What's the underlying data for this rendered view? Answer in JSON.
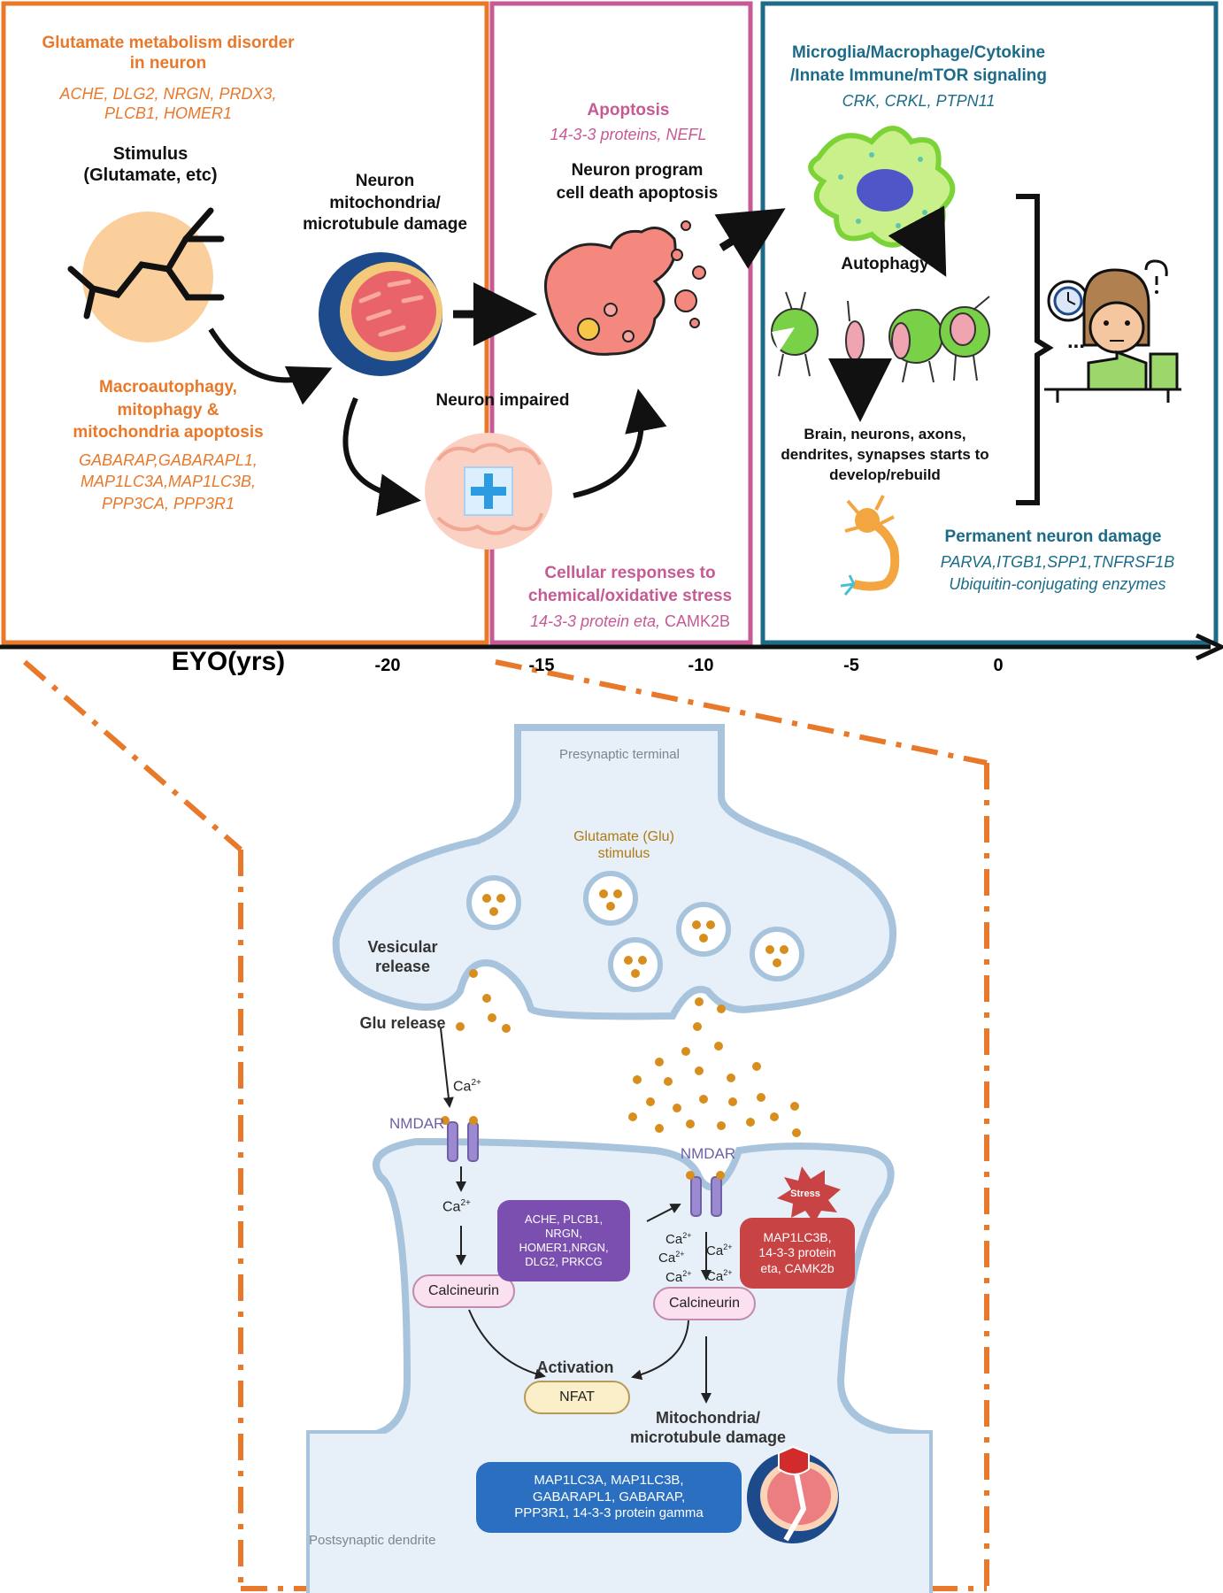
{
  "top": {
    "panel1": {
      "title": "Glutamate metabolism disorder\nin neuron",
      "genes": "ACHE, DLG2, NRGN, PRDX3,\nPLCB1, HOMER1",
      "stimulus": "Stimulus\n(Glutamate, etc)",
      "macro_title": "Macroautophagy,\nmitophagy &\nmitochondria apoptosis",
      "macro_genes": "GABARAP,GABARAPL1,\nMAP1LC3A,MAP1LC3B,\nPPP3CA, PPP3R1"
    },
    "mito_label": "Neuron\nmitochondria/\nmicrotubule damage",
    "neuron_impaired": "Neuron impaired",
    "panel2": {
      "title": "Apoptosis",
      "genes": "14-3-3 proteins, NEFL",
      "subtitle": "Neuron program\ncell death apoptosis",
      "stress_title": "Cellular responses to\nchemical/oxidative stress",
      "stress_genes": "14-3-3 protein eta, CAMK2B"
    },
    "panel3": {
      "title": "Microglia/Macrophage/Cytokine\n/Innate Immune/mTOR signaling",
      "genes": "CRK, CRKL, PTPN11",
      "autophagy": "Autophagy",
      "rebuild": "Brain, neurons, axons,\ndendrites, synapses starts to\ndevelop/rebuild",
      "perm_title": "Permanent neuron damage",
      "perm_genes": "PARVA,ITGB1,SPP1,TNFRSF1B\nUbiquitin-conjugating enzymes"
    },
    "ellipsis": "...",
    "axis": {
      "label": "EYO(yrs)",
      "ticks": [
        "-20",
        "-15",
        "-10",
        "-5",
        "0"
      ]
    }
  },
  "bottom": {
    "presynaptic": "Presynaptic terminal",
    "glu_stimulus": "Glutamate (Glu)\nstimulus",
    "vesicular": "Vesicular\nrelease",
    "glu_release": "Glu release",
    "ca_left_top": "Ca",
    "ca_sup": "2+",
    "nmdar": "NMDAR",
    "nmdar_right": "NMDAR",
    "ca_left_mid": "Ca",
    "calcineurin_left": "Calcineurin",
    "calcineurin_right": "Calcineurin",
    "purple_box": "ACHE, PLCB1,\nNRGN,\nHOMER1,NRGN,\nDLG2, PRKCG",
    "stress": "Stress",
    "red_box": "MAP1LC3B,\n14-3-3 protein\neta, CAMK2b",
    "activation": "Activation",
    "nfat": "NFAT",
    "mito_damage": "Mitochondria/\nmicrotubule damage",
    "blue_box": "MAP1LC3A, MAP1LC3B,\nGABARAPL1, GABARAP,\nPPP3R1, 14-3-3 protein gamma",
    "postsynaptic": "Postsynaptic dendrite"
  },
  "colors": {
    "orange": "#e8782a",
    "pink": "#c55a94",
    "teal": "#1c6b88",
    "purple_box": "#7b4fb0",
    "red_box": "#c84444",
    "blue_box": "#2a6fc0"
  }
}
